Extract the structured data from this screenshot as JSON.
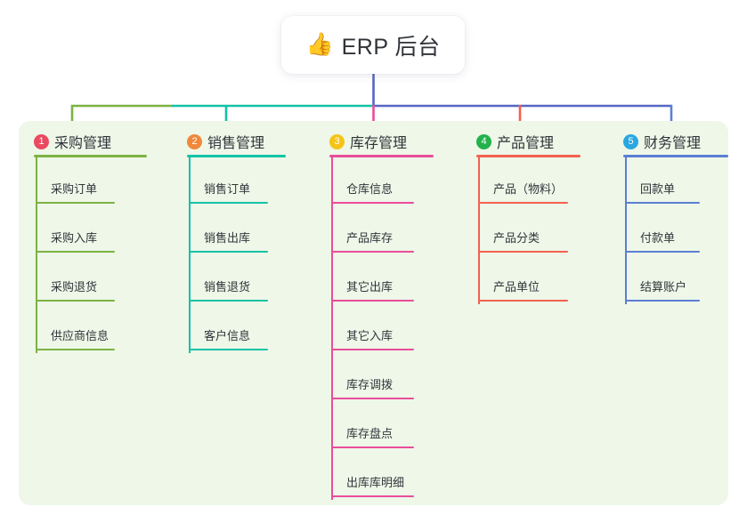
{
  "root": {
    "icon": "thumbs-up-icon",
    "icon_glyph": "👍",
    "title": "ERP 后台"
  },
  "palette": {
    "panel_background": "#eef7e8",
    "page_background": "#ffffff",
    "stem": "#5566c2",
    "branch_green": "#7cb342",
    "branch_teal": "#13c2a6",
    "branch_blue": "#5566c2"
  },
  "columns": [
    {
      "index": "1",
      "title": "采购管理",
      "badge_number": "1",
      "badge_color": "#ea4a60",
      "line_color": "#7cb342",
      "items": [
        {
          "label": "采购订单"
        },
        {
          "label": "采购入库"
        },
        {
          "label": "采购退货"
        },
        {
          "label": "供应商信息"
        }
      ]
    },
    {
      "index": "2",
      "title": "销售管理",
      "badge_number": "2",
      "badge_color": "#f0883a",
      "line_color": "#13c2a6",
      "items": [
        {
          "label": "销售订单"
        },
        {
          "label": "销售出库"
        },
        {
          "label": "销售退货"
        },
        {
          "label": "客户信息"
        }
      ]
    },
    {
      "index": "3",
      "title": "库存管理",
      "badge_number": "3",
      "badge_color": "#f5c418",
      "line_color": "#ea4d9b",
      "items": [
        {
          "label": "仓库信息"
        },
        {
          "label": "产品库存"
        },
        {
          "label": "其它出库"
        },
        {
          "label": "其它入库"
        },
        {
          "label": "库存调拨"
        },
        {
          "label": "库存盘点"
        },
        {
          "label": "出库库明细"
        }
      ]
    },
    {
      "index": "4",
      "title": "产品管理",
      "badge_number": "4",
      "badge_color": "#22b24c",
      "line_color": "#f4604f",
      "items": [
        {
          "label": "产品（物料）"
        },
        {
          "label": "产品分类"
        },
        {
          "label": "产品单位"
        }
      ]
    },
    {
      "index": "5",
      "title": "财务管理",
      "badge_number": "5",
      "badge_color": "#29a7e1",
      "line_color": "#5b7fd4",
      "items": [
        {
          "label": "回款单"
        },
        {
          "label": "付款单"
        },
        {
          "label": "结算账户"
        }
      ]
    }
  ]
}
